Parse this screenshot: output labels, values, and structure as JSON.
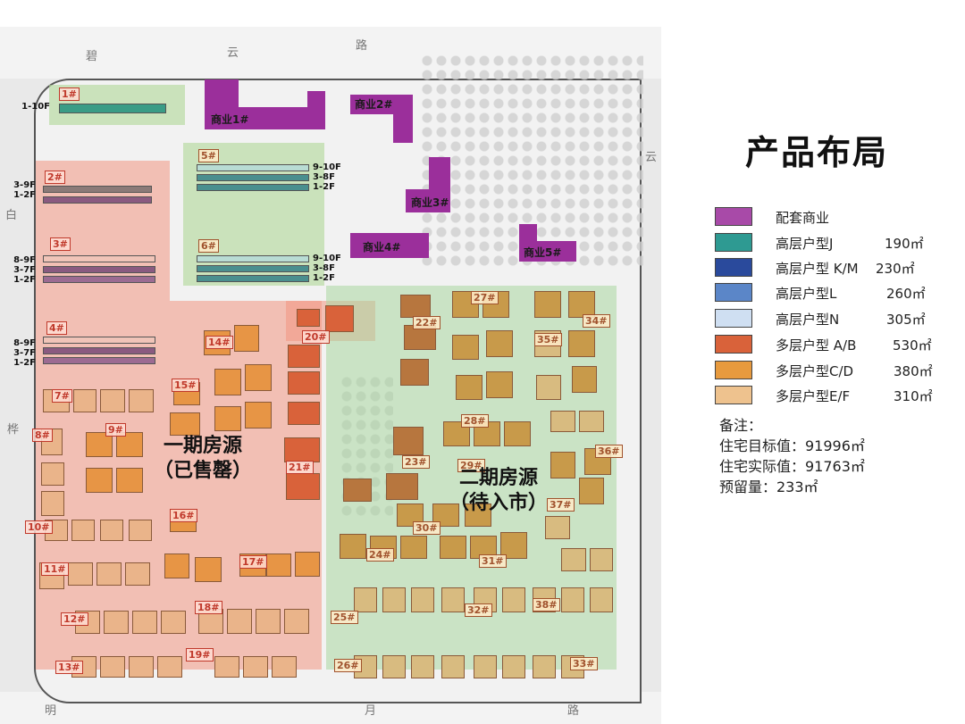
{
  "title": "产品布局",
  "roads": {
    "top_chars": [
      "碧",
      "云",
      "路"
    ],
    "bottom_chars": [
      "明",
      "月",
      "路"
    ],
    "left_chars": [
      "白",
      "桦"
    ],
    "right_chars": [
      "云"
    ]
  },
  "commercial": [
    {
      "id": "comm-1",
      "label": "商业1#"
    },
    {
      "id": "comm-2",
      "label": "商业2#"
    },
    {
      "id": "comm-3",
      "label": "商业3#"
    },
    {
      "id": "comm-4",
      "label": "商业4#"
    },
    {
      "id": "comm-5",
      "label": "商业5#"
    }
  ],
  "highrise": [
    {
      "label": "1#",
      "floors": [
        "1-10F"
      ]
    },
    {
      "label": "2#",
      "floors": [
        "3-9F",
        "1-2F"
      ]
    },
    {
      "label": "3#",
      "floors": [
        "8-9F",
        "3-7F",
        "1-2F"
      ]
    },
    {
      "label": "4#",
      "floors": [
        "8-9F",
        "3-7F",
        "1-2F"
      ]
    },
    {
      "label": "5#",
      "floors": [
        "9-10F",
        "3-8F",
        "1-2F"
      ]
    },
    {
      "label": "6#",
      "floors": [
        "9-10F",
        "3-8F",
        "1-2F"
      ]
    }
  ],
  "villa_tags": [
    "7#",
    "8#",
    "9#",
    "10#",
    "11#",
    "12#",
    "13#",
    "14#",
    "15#",
    "16#",
    "17#",
    "18#",
    "19#",
    "20#",
    "21#",
    "22#",
    "23#",
    "24#",
    "25#",
    "26#",
    "27#",
    "28#",
    "29#",
    "30#",
    "31#",
    "32#",
    "33#",
    "34#",
    "35#",
    "36#",
    "37#",
    "38#"
  ],
  "phases": {
    "phase1": {
      "line1": "一期房源",
      "line2": "（已售罄）"
    },
    "phase2": {
      "line1": "二期房源",
      "line2": "（待入市）"
    }
  },
  "legend": {
    "items": [
      {
        "name": "配套商业",
        "area": "",
        "color": "#a84aa8"
      },
      {
        "name": "高层户型J",
        "area": "190㎡",
        "color": "#2e9a92"
      },
      {
        "name": "高层户型 K/M",
        "area": "230㎡",
        "color": "#2a4a9c"
      },
      {
        "name": "高层户型L",
        "area": "260㎡",
        "color": "#5b86c8"
      },
      {
        "name": "高层户型N",
        "area": "305㎡",
        "color": "#cfdff2"
      },
      {
        "name": "多层户型 A/B",
        "area": "530㎡",
        "color": "#d9623a"
      },
      {
        "name": "多层户型C/D",
        "area": "380㎡",
        "color": "#e79a3e"
      },
      {
        "name": "多层户型E/F",
        "area": "310㎡",
        "color": "#eec28e"
      }
    ]
  },
  "notes": {
    "heading": "备注：",
    "target": "住宅目标值：91996㎡",
    "actual": "住宅实际值：91763㎡",
    "reserve": "预留量：233㎡"
  }
}
